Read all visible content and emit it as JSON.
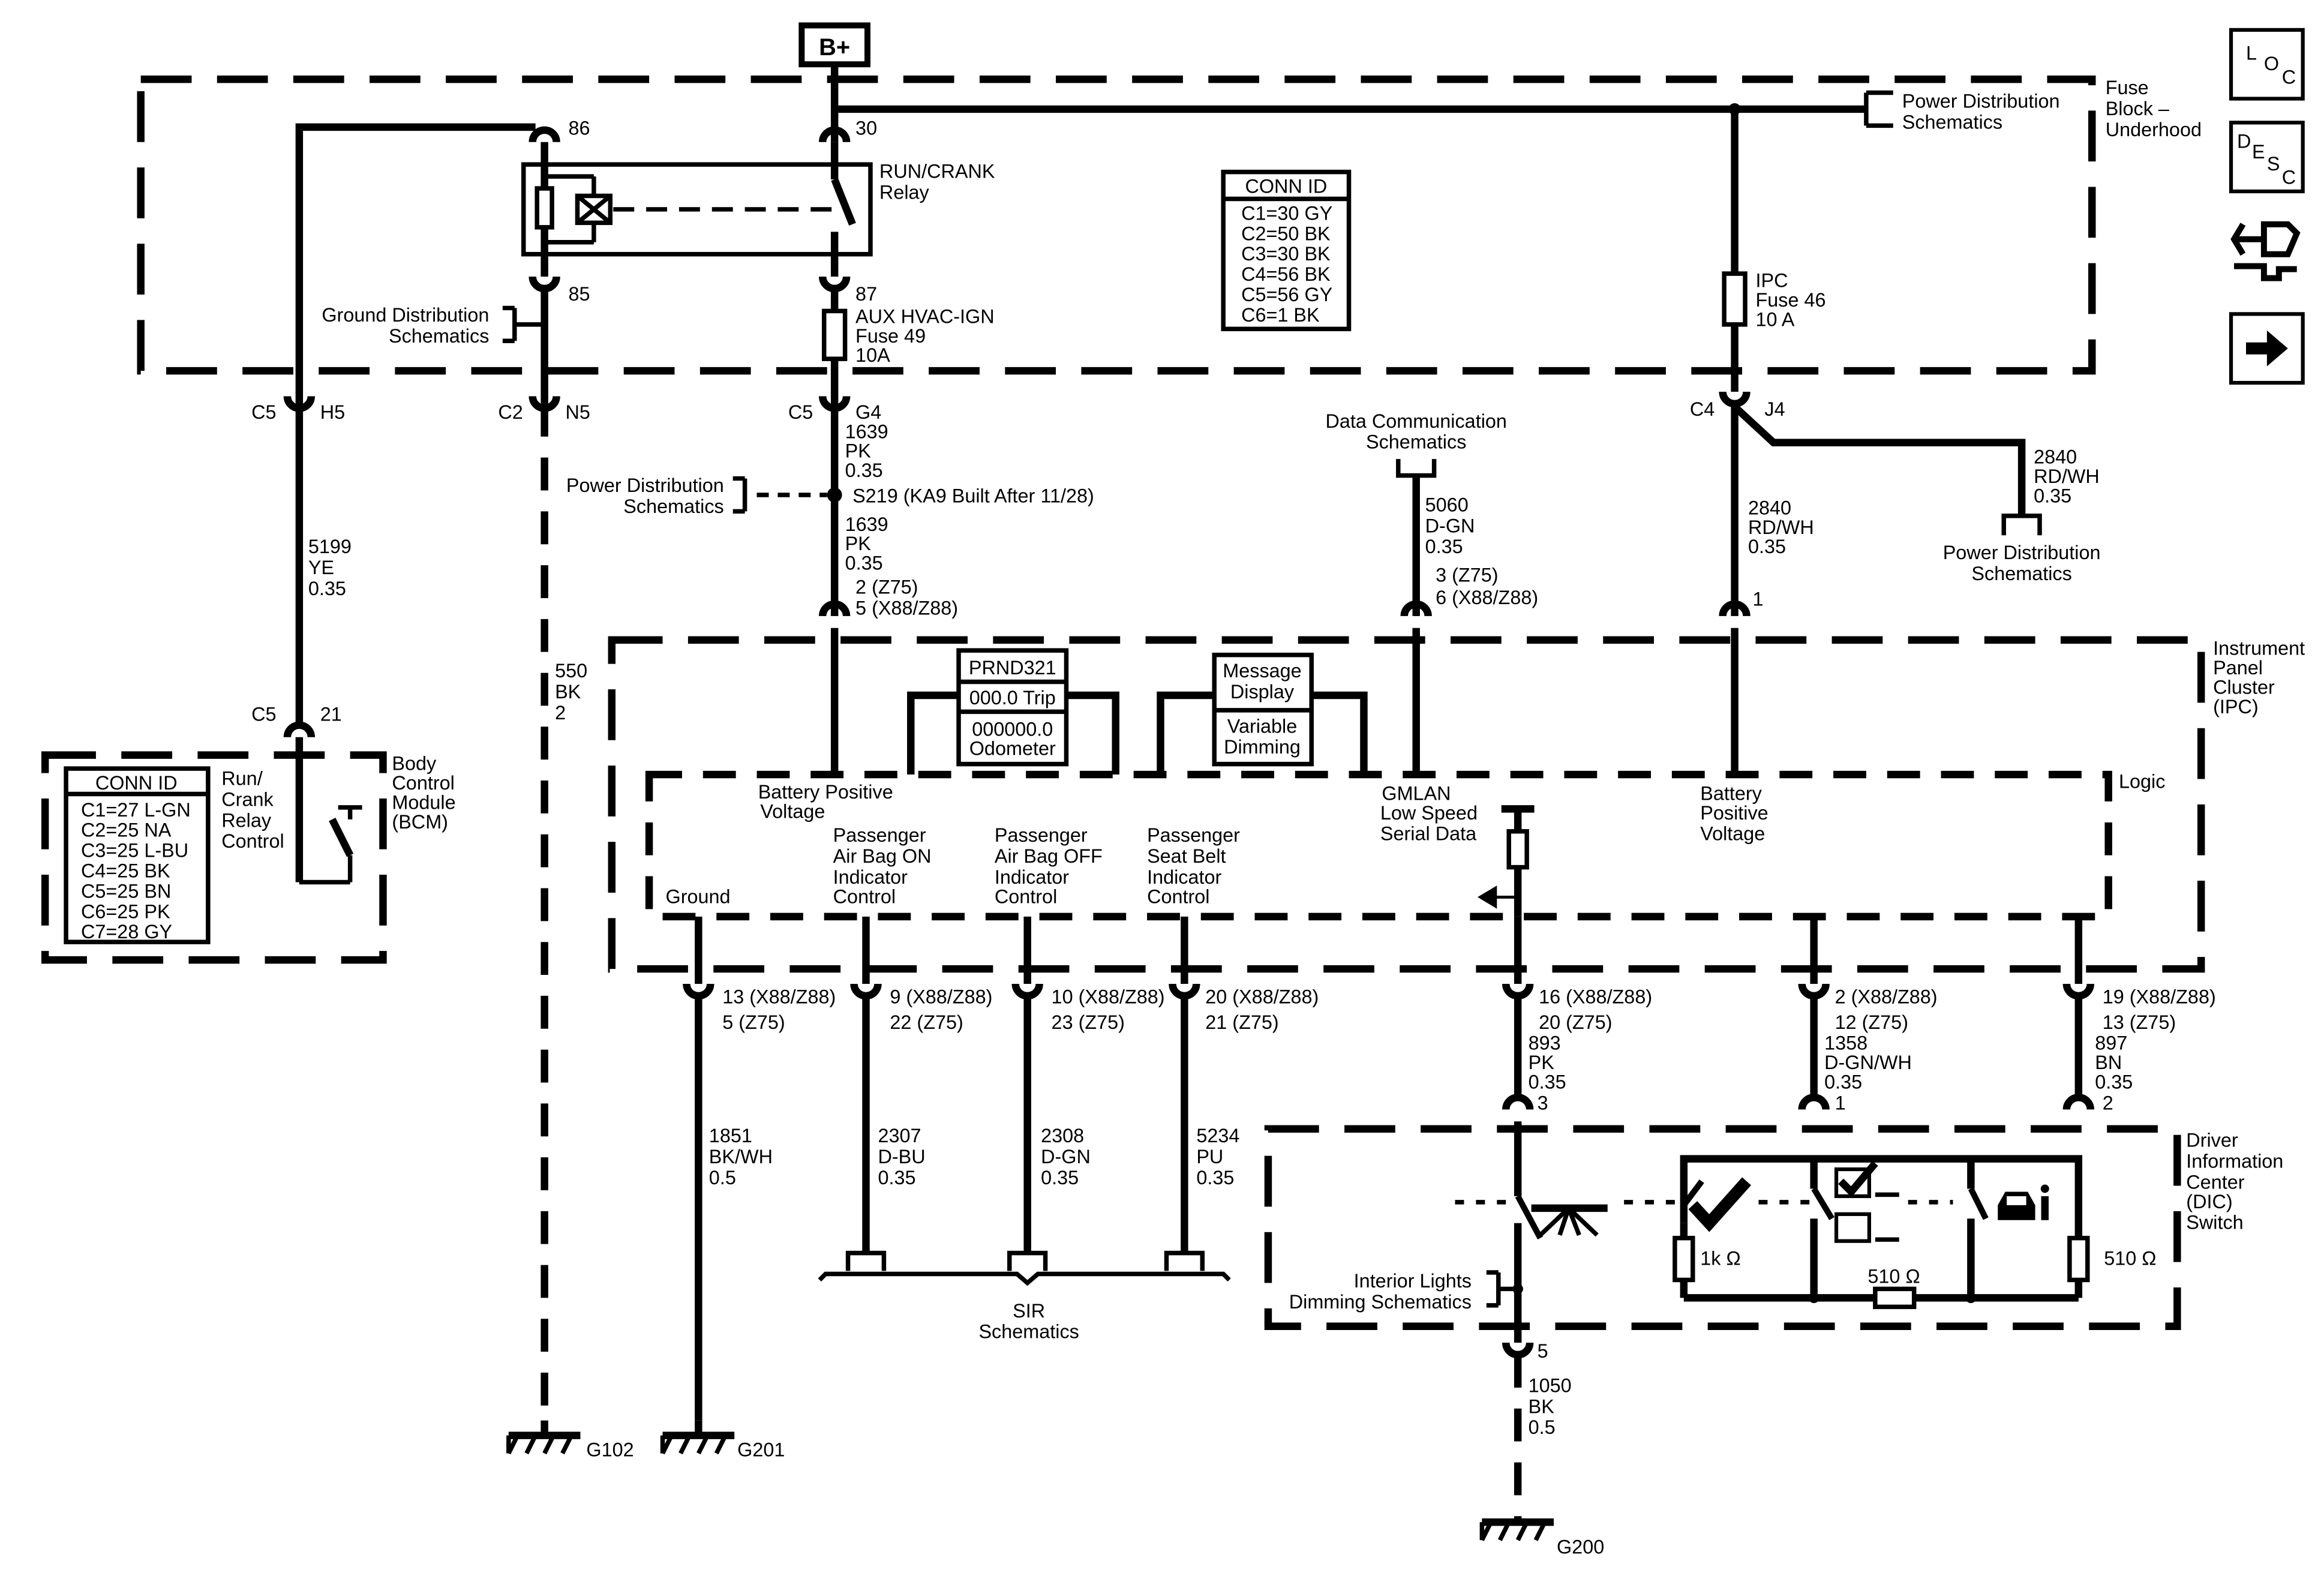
{
  "top": {
    "battery": "B+"
  },
  "side_icons": [
    {
      "name": "loc",
      "letters": [
        "L",
        "O",
        "C"
      ]
    },
    {
      "name": "desc",
      "letters": [
        "D",
        "E",
        "S",
        "C"
      ]
    },
    {
      "name": "connector-icon"
    },
    {
      "name": "arrow-right-icon"
    }
  ],
  "fuse_block": {
    "title": [
      "Fuse",
      "Block –",
      "Underhood"
    ],
    "pins": {
      "p86": "86",
      "p30": "30",
      "p85": "85",
      "p87": "87"
    },
    "relay": [
      "RUN/CRANK",
      "Relay"
    ],
    "ground_ref": [
      "Ground Distribution",
      "Schematics"
    ],
    "aux_fuse": [
      "AUX HVAC-IGN",
      "Fuse 49",
      "10A"
    ],
    "ipc_fuse": [
      "IPC",
      "Fuse 46",
      "10 A"
    ],
    "power_ref": [
      "Power Distribution",
      "Schematics"
    ],
    "conn_id": {
      "title": "CONN ID",
      "rows": [
        "C1=30 GY",
        "C2=50 BK",
        "C3=30 BK",
        "C4=56 BK",
        "C5=56 GY",
        "C6=1 BK"
      ]
    }
  },
  "connectors": {
    "c5_h5": [
      "C5",
      "H5"
    ],
    "c2_n5": [
      "C2",
      "N5"
    ],
    "c5_g4": [
      "C5",
      "G4"
    ],
    "c4_j4": [
      "C4",
      "J4"
    ],
    "c5_21": [
      "C5",
      "21"
    ]
  },
  "wires": {
    "w5199": [
      "5199",
      "YE",
      "0.35"
    ],
    "w550": [
      "550",
      "BK",
      "2"
    ],
    "w1639a": [
      "1639",
      "PK",
      "0.35"
    ],
    "splice": "S219 (KA9 Built After 11/28)",
    "w1639b": [
      "1639",
      "PK",
      "0.35"
    ],
    "ipc_pin_batt": [
      "2 (Z75)",
      "5 (X88/Z88)"
    ],
    "data_ref": [
      "Data Communication",
      "Schematics"
    ],
    "w5060": [
      "5060",
      "D-GN",
      "0.35"
    ],
    "ipc_pin_gmlan": [
      "3 (Z75)",
      "6 (X88/Z88)"
    ],
    "w2840a": [
      "2840",
      "RD/WH",
      "0.35"
    ],
    "ipc_pin_logic": "1",
    "w2840b": [
      "2840",
      "RD/WH",
      "0.35"
    ],
    "power_ref2": [
      "Power Distribution",
      "Schematics"
    ],
    "power_ref3": [
      "Power Distribution",
      "Schematics"
    ]
  },
  "bcm": {
    "title": [
      "Body",
      "Control",
      "Module",
      "(BCM)"
    ],
    "control": [
      "Run/",
      "Crank",
      "Relay",
      "Control"
    ],
    "conn_id": {
      "title": "CONN ID",
      "rows": [
        "C1=27 L-GN",
        "C2=25 NA",
        "C3=25 L-BU",
        "C4=25 BK",
        "C5=25 BN",
        "C6=25 PK",
        "C7=28 GY"
      ]
    }
  },
  "ipc": {
    "title": [
      "Instrument",
      "Panel",
      "Cluster",
      "(IPC)"
    ],
    "logic": "Logic",
    "prnd": [
      "PRND321",
      "000.0 Trip",
      "000000.0",
      "Odometer"
    ],
    "message": [
      "Message",
      "Display",
      "Variable",
      "Dimming"
    ],
    "batt_pos": [
      "Battery Positive",
      "Voltage"
    ],
    "gmlan": [
      "GMLAN",
      "Low Speed",
      "Serial Data"
    ],
    "batt_pos2": [
      "Battery",
      "Positive",
      "Voltage"
    ],
    "ground": "Ground",
    "pax_on": [
      "Passenger",
      "Air Bag ON",
      "Indicator",
      "Control"
    ],
    "pax_off": [
      "Passenger",
      "Air Bag OFF",
      "Indicator",
      "Control"
    ],
    "pax_belt": [
      "Passenger",
      "Seat Belt",
      "Indicator",
      "Control"
    ]
  },
  "lower": {
    "pin_gnd": [
      "13 (X88/Z88)",
      "5 (Z75)"
    ],
    "pin_on": [
      "9 (X88/Z88)",
      "22 (Z75)"
    ],
    "pin_off": [
      "10 (X88/Z88)",
      "23 (Z75)"
    ],
    "pin_belt": [
      "20 (X88/Z88)",
      "21 (Z75)"
    ],
    "pin_16": [
      "16 (X88/Z88)",
      "20 (Z75)"
    ],
    "pin_2": [
      "2 (X88/Z88)",
      "12 (Z75)"
    ],
    "pin_19": [
      "19 (X88/Z88)",
      "13 (Z75)"
    ],
    "w1851": [
      "1851",
      "BK/WH",
      "0.5"
    ],
    "w2307": [
      "2307",
      "D-BU",
      "0.35"
    ],
    "w2308": [
      "2308",
      "D-GN",
      "0.35"
    ],
    "w5234": [
      "5234",
      "PU",
      "0.35"
    ],
    "w893": [
      "893",
      "PK",
      "0.35"
    ],
    "w1358": [
      "1358",
      "D-GN/WH",
      "0.35"
    ],
    "w897": [
      "897",
      "BN",
      "0.35"
    ],
    "dic_pin_3": "3",
    "dic_pin_1": "1",
    "dic_pin_2": "2",
    "sir": [
      "SIR",
      "Schematics"
    ],
    "g102": "G102",
    "g201": "G201",
    "g200": "G200",
    "w1050": [
      "1050",
      "BK",
      "0.5"
    ],
    "dic_pin_5": "5"
  },
  "dic": {
    "title": [
      "Driver",
      "Information",
      "Center",
      "(DIC)",
      "Switch"
    ],
    "dimming_ref": [
      "Interior Lights",
      "Dimming Schematics"
    ],
    "r1": "1k Ω",
    "r2": "510 Ω",
    "r3": "510 Ω"
  }
}
